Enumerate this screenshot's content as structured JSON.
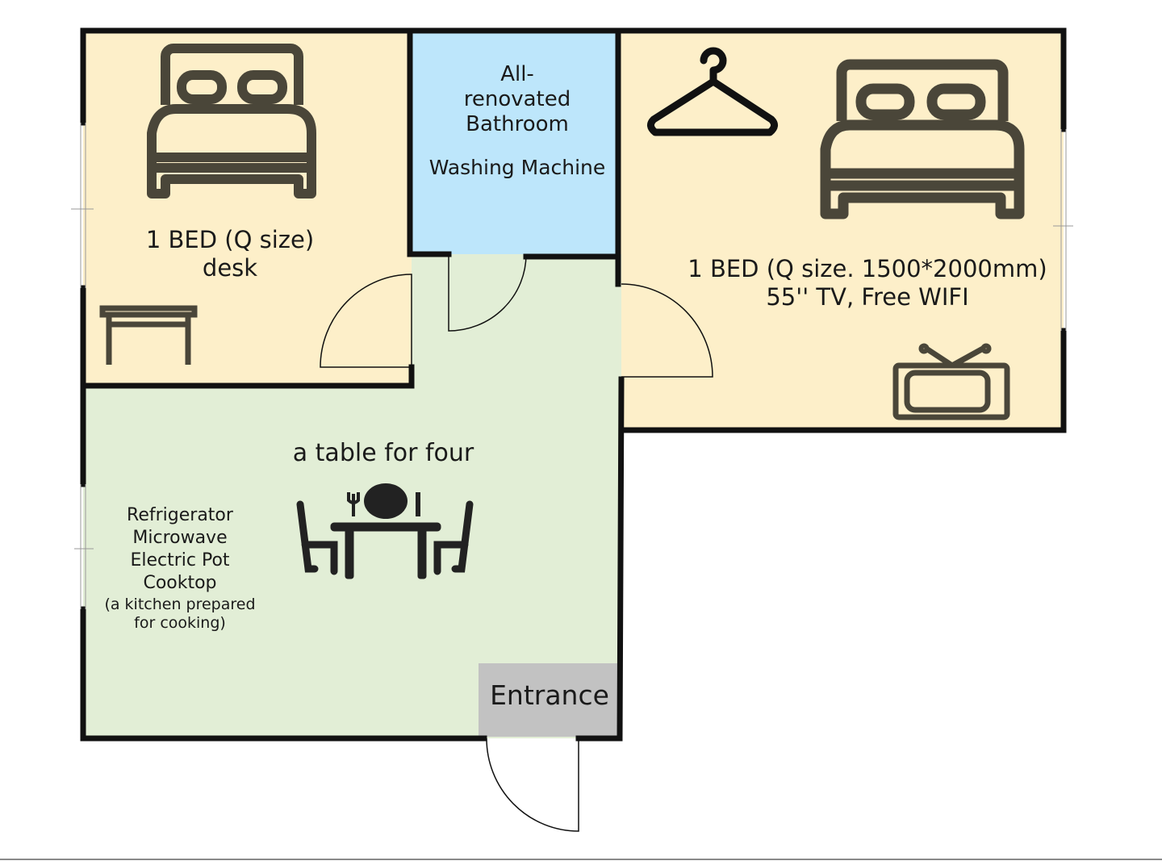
{
  "colors": {
    "bedroom": "#fdefc9",
    "bathroom": "#bde6fb",
    "living": "#e2eed6",
    "entrance": "#c2c2c2",
    "wall": "#111111",
    "icon": "#4a4639"
  },
  "rooms": {
    "left_bedroom": {
      "line1": "1 BED (Q size)",
      "line2": "desk"
    },
    "bathroom": {
      "line1": "All-",
      "line2": "renovated",
      "line3": "Bathroom",
      "line4": "Washing Machine"
    },
    "right_bedroom": {
      "line1": "1 BED (Q size. 1500*2000mm)",
      "line2": "55'' TV, Free WIFI"
    },
    "dining": {
      "title": "a table for four"
    },
    "kitchen": {
      "line1": "Refrigerator",
      "line2": "Microwave",
      "line3": "Electric Pot",
      "line4": "Cooktop",
      "line5": "(a kitchen prepared",
      "line6": "for cooking)"
    },
    "entrance": {
      "label": "Entrance"
    }
  }
}
